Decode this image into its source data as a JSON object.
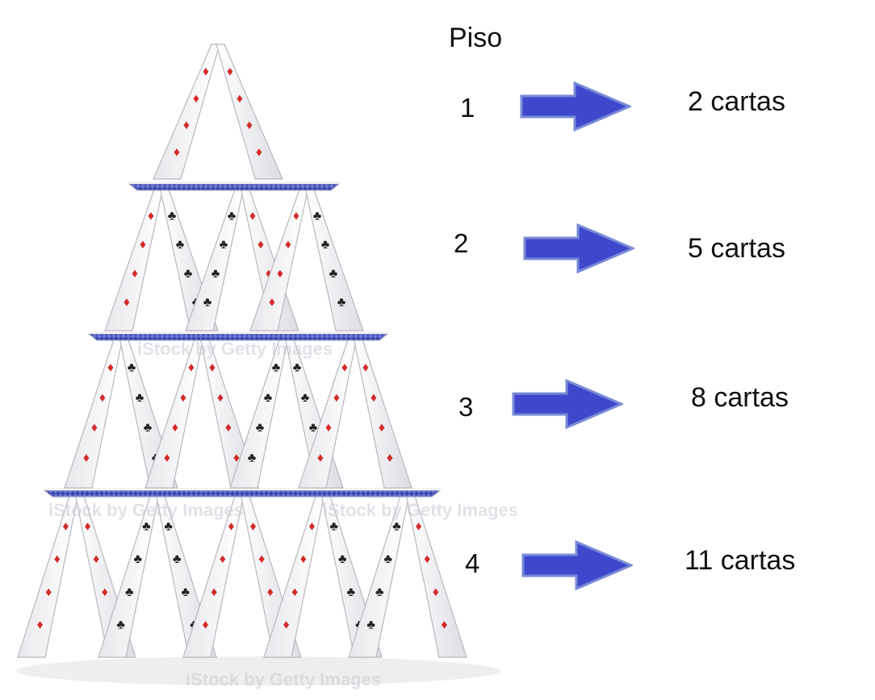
{
  "header": "Piso",
  "rows": [
    {
      "floor": "1",
      "count": "2 cartas"
    },
    {
      "floor": "2",
      "count": "5 cartas"
    },
    {
      "floor": "3",
      "count": "8 cartas"
    },
    {
      "floor": "4",
      "count": "11 cartas"
    }
  ],
  "arrow_color": "#3f48cc",
  "arrow_border": "#7a8ad8",
  "image": {
    "name": "house-of-cards-photo",
    "watermark": "iStock by Getty Images"
  }
}
